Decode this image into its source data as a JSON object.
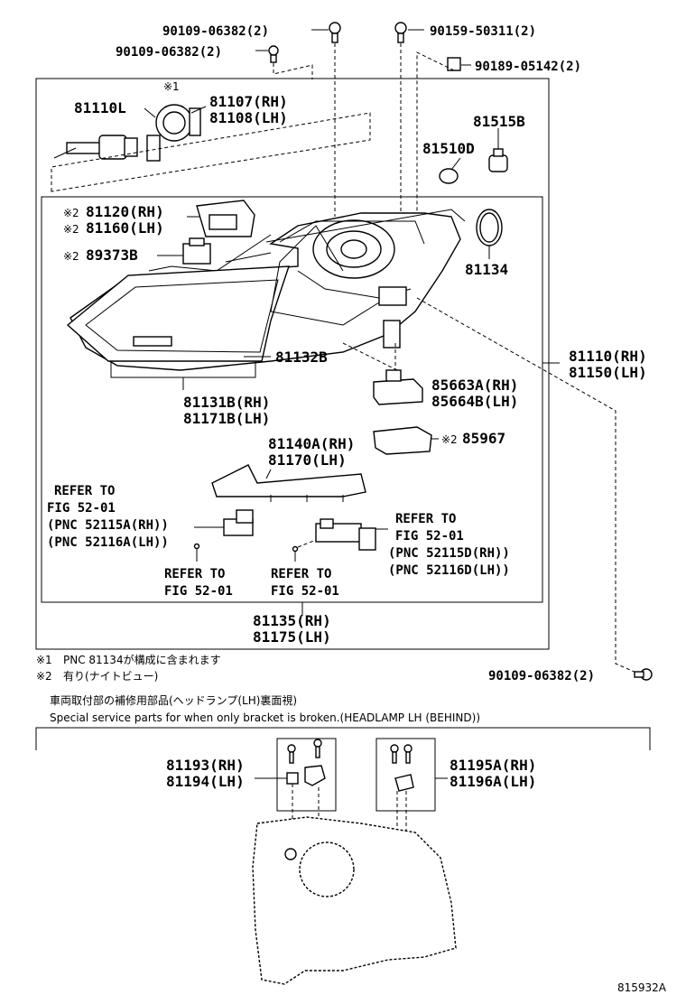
{
  "fasteners": {
    "top_left_1": "90109-06382(2)",
    "top_left_2": "90109-06382(2)",
    "top_right_1": "90159-50311(2)",
    "top_right_2": "90189-05142(2)",
    "bottom_right": "90109-06382(2)"
  },
  "parts": {
    "p81110L": "81110L",
    "p81107": "81107(RH)",
    "p81108": "81108(LH)",
    "mark_81107": "※1",
    "p81515B": "81515B",
    "p81510D": "81510D",
    "p81120": "81120(RH)",
    "p81160": "81160(LH)",
    "mark_81120": "※2",
    "mark_81160": "※2",
    "p89373B": "89373B",
    "mark_89373B": "※2",
    "p81134": "81134",
    "p81110RH": "81110(RH)",
    "p81150LH": "81150(LH)",
    "p81132B": "81132B",
    "p81131B": "81131B(RH)",
    "p81171B": "81171B(LH)",
    "p85663A": "85663A(RH)",
    "p85664B": "85664B(LH)",
    "p85967": "85967",
    "mark_85967": "※2",
    "p81140A": "81140A(RH)",
    "p81170": "81170(LH)",
    "p81135": "81135(RH)",
    "p81175": "81175(LH)",
    "p81193": "81193(RH)",
    "p81194": "81194(LH)",
    "p81195A": "81195A(RH)",
    "p81196A": "81196A(LH)"
  },
  "refers": {
    "left_top": [
      "REFER TO",
      "FIG 52-01",
      "(PNC 52115A(RH))",
      "(PNC 52116A(LH))"
    ],
    "right_top": [
      "REFER TO",
      "FIG 52-01",
      "(PNC 52115D(RH))",
      "(PNC 52116D(LH))"
    ],
    "bottom_left": [
      "REFER TO",
      "FIG 52-01"
    ],
    "bottom_mid": [
      "REFER TO",
      "FIG 52-01"
    ]
  },
  "notes": {
    "n1_mark": "※1",
    "n1_text": "PNC 81134が構成に含まれます",
    "n2_mark": "※2",
    "n2_text": "有り(ナイトビュー)",
    "jp_special": "車両取付部の補修用部品(ヘッドランプ(LH)裏面視)",
    "en_special": "Special service parts for when only bracket is broken.(HEADLAMP LH (BEHIND))"
  },
  "figure_id": "815932A"
}
